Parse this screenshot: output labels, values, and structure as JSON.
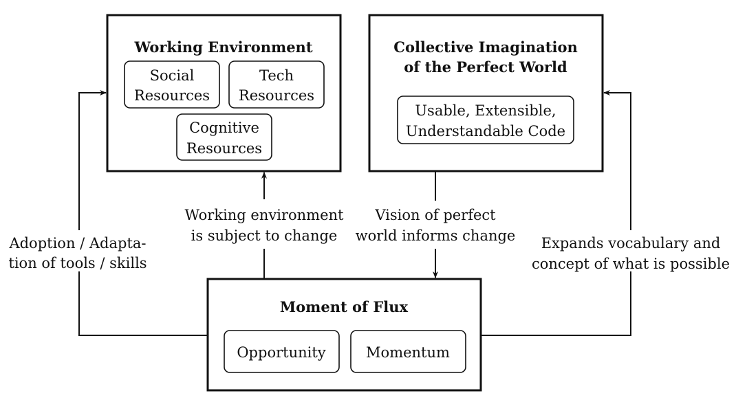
{
  "working_environment": {
    "title": "Working Environment",
    "social": [
      "Social",
      "Resources"
    ],
    "tech": [
      "Tech",
      "Resources"
    ],
    "cognitive": [
      "Cognitive",
      "Resources"
    ]
  },
  "collective_imagination": {
    "title": [
      "Collective Imagination",
      "of the Perfect World"
    ],
    "code": [
      "Usable, Extensible,",
      "Understandable Code"
    ]
  },
  "moment_of_flux": {
    "title": "Moment of Flux",
    "opportunity": "Opportunity",
    "momentum": "Momentum"
  },
  "edges": {
    "left": [
      "Adoption / Adapta-",
      "tion of tools / skills"
    ],
    "mid_up": [
      "Working environment",
      "is subject to change"
    ],
    "mid_down": [
      "Vision of perfect",
      "world informs change"
    ],
    "right": [
      "Expands vocabulary and",
      "concept of what is possible"
    ]
  }
}
